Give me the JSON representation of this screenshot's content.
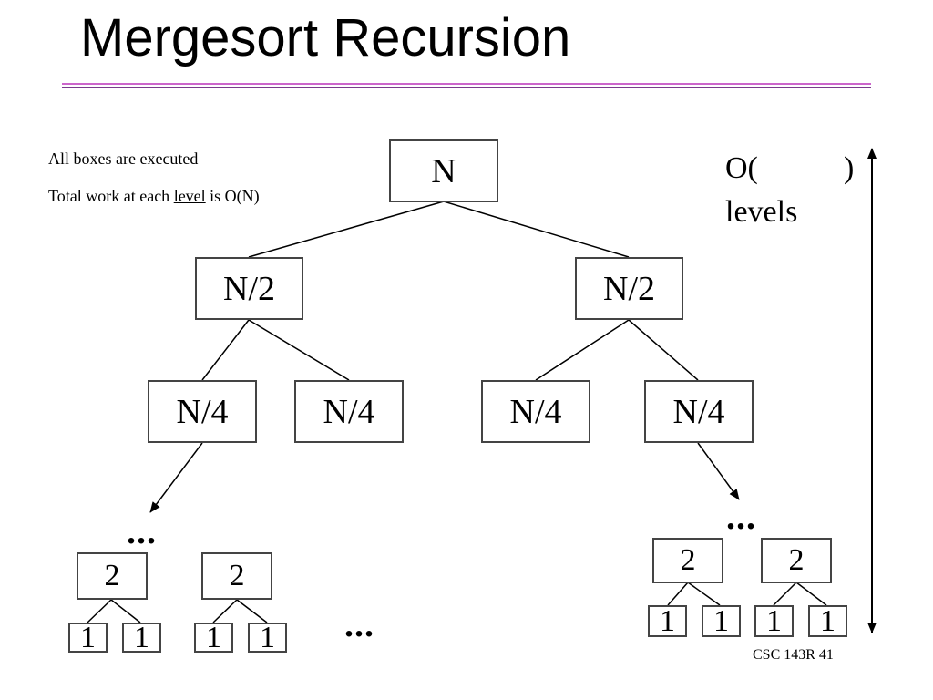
{
  "title": "Mergesort Recursion",
  "colors": {
    "rule_top": "#cc66cc",
    "rule_bottom": "#7a3c8c",
    "box_border": "#444444"
  },
  "notes": {
    "line1": "All boxes are executed",
    "line2_prefix": "Total work at each ",
    "line2_underlined": "level",
    "line2_suffix": " is O(N)"
  },
  "levels_label": {
    "open": "O(",
    "close": ")",
    "word": "levels"
  },
  "tree": {
    "root": "N",
    "level1": [
      "N/2",
      "N/2"
    ],
    "level2": [
      "N/4",
      "N/4",
      "N/4",
      "N/4"
    ],
    "twos": [
      "2",
      "2",
      "2",
      "2"
    ],
    "ones": [
      "1",
      "1",
      "1",
      "1",
      "1",
      "1",
      "1",
      "1"
    ],
    "ellipsis": "..."
  },
  "footer": "CSC 143R 41"
}
